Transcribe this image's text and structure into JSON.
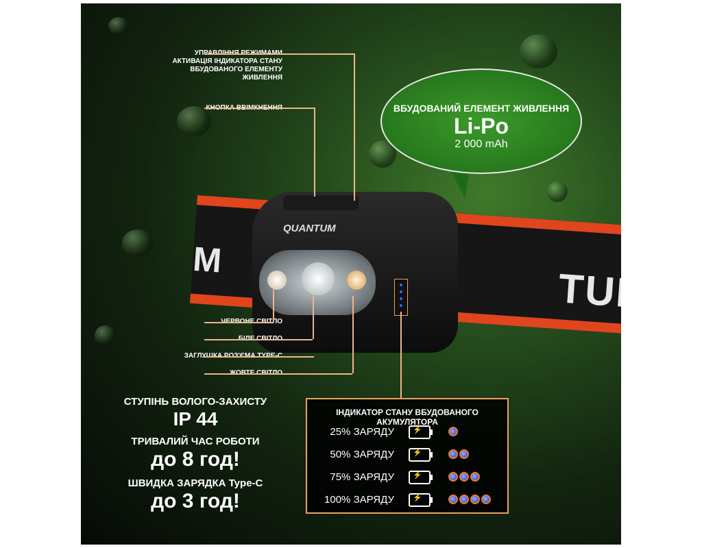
{
  "bubble": {
    "title": "ВБУДОВАНИЙ ЕЛЕМЕНТ ЖИВЛЕННЯ",
    "type": "Li-Po",
    "capacity": "2 000 mAh"
  },
  "product": {
    "brand": "QUANTUM",
    "band_text_right": "TUM",
    "band_text_left": "M"
  },
  "callouts": {
    "mode_control": "Управління режимами",
    "indicator_activation": "Активація індикатора стану вбудованого елементу живлення",
    "power_button": "Кнопка ввімкнення",
    "red_light": "Червоне світло",
    "white_light": "Біле світло",
    "typec_plug": "Заглушка роз'єма Type-C",
    "yellow_light": "Жовте світло"
  },
  "specs": [
    {
      "label": "СТУПІНЬ ВОЛОГО-ЗАХИСТУ",
      "value": "IP 44"
    },
    {
      "label": "ТРИВАЛИЙ ЧАС РОБОТИ",
      "value": "до 8 год!"
    },
    {
      "label": "ШВИДКА ЗАРЯДКА Type-C",
      "value": "до 3 год!"
    }
  ],
  "battery_panel": {
    "title": "ІНДИКАТОР СТАНУ ВБУДОВАНОГО АКУМУЛЯТОРА",
    "rows": [
      {
        "label": "25% ЗАРЯДУ",
        "dots": 1
      },
      {
        "label": "50% ЗАРЯДУ",
        "dots": 2
      },
      {
        "label": "75% ЗАРЯДУ",
        "dots": 3
      },
      {
        "label": "100% ЗАРЯДУ",
        "dots": 4
      }
    ]
  },
  "colors": {
    "accent": "#f0a060",
    "band": "#e0451e",
    "bubble": "#2f8a22",
    "dot": "#1b3bd8"
  }
}
